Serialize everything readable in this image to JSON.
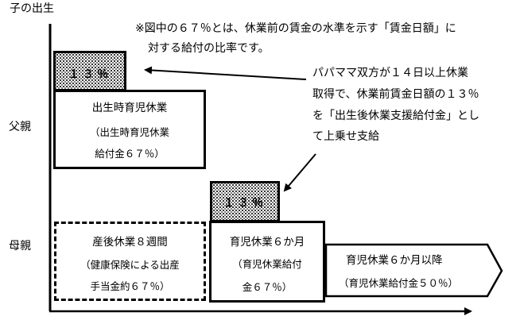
{
  "axis": {
    "y_label": "子の出生",
    "father_label": "父親",
    "mother_label": "母親"
  },
  "note": {
    "line1": "※図中の６７％とは、休業前の賃金の水準を示す「賃金日額」に",
    "line2": "対する給付の比率です。"
  },
  "callout": {
    "line1": "パパママ双方が１４日以上休業",
    "line2": "取得で、休業前賃金日額の１３％",
    "line3": "を「出生後休業支援給付金」とし",
    "line4": "て上乗せ支給"
  },
  "father": {
    "bonus_label": "１３％",
    "leave_title": "出生時育児休業",
    "leave_sub1": "（出生時育児休業",
    "leave_sub2": "給付金６７％）"
  },
  "mother": {
    "bonus_label": "１３％",
    "postnatal_title": "産後休業８週間",
    "postnatal_sub1": "（健康保険による出産",
    "postnatal_sub2": "手当金約６７％）",
    "leave6_title": "育児休業６か月",
    "leave6_sub1": "（育児休業給付",
    "leave6_sub2": "金６７％）",
    "leave_after_title": "育児休業６か月以降",
    "leave_after_sub": "（育児休業給付金５０％）"
  }
}
